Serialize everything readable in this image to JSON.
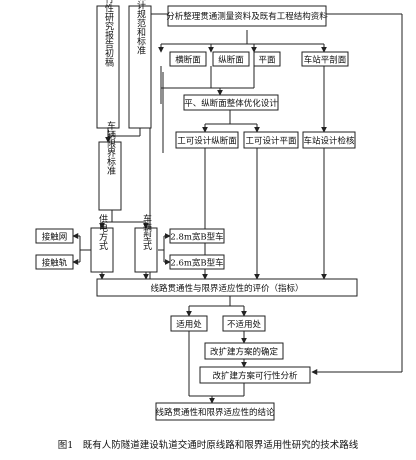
{
  "nodes": {
    "analysis": "分析整理贯通测量资料及既有工程结构资料",
    "feasibility": "工程可行性研究报告初稿",
    "standards": "有关设计规范和标准",
    "transverse": "横断面",
    "longitudinal": "纵断面",
    "plan": "平面",
    "station_plan": "车站平剖面",
    "optimize": "平、纵断面整体优化设计",
    "design_long": "工可设计纵断面",
    "design_plan": "工可设计平面",
    "station_check": "车站设计检核",
    "gauge": "车辆限界标准",
    "power": "供电方式",
    "vehicle": "车辆型式",
    "catenary": "接触网",
    "rail": "接触轨",
    "car_28": "2.8m宽B型车",
    "car_26": "2.6m宽B型车",
    "evaluation": "线路贯通性与限界适应性的评价（指标）",
    "applicable": "适用处",
    "not_applicable": "不适用处",
    "determine": "改扩建方案的确定",
    "feasibility_analysis": "改扩建方案可行性分析",
    "conclusion": "线路贯通性和限界适应性的结论"
  },
  "caption": "图1　既有人防隧道建设轨道交通时原线路和限界适用性研究的技术路线"
}
